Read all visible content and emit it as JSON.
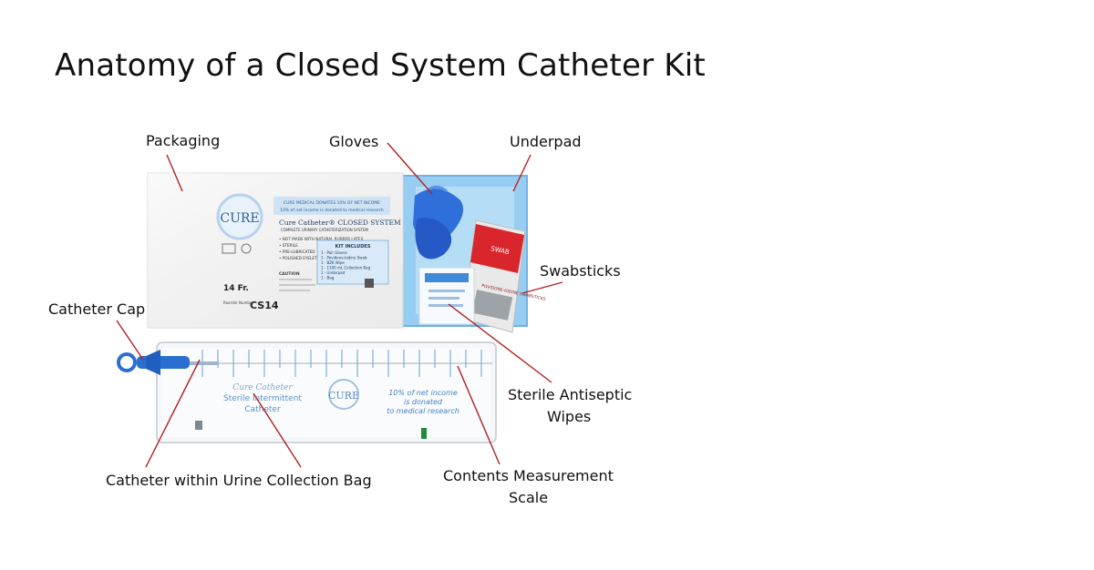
{
  "title": "Anatomy of a Closed System Catheter Kit",
  "labels": {
    "packaging": "Packaging",
    "gloves": "Gloves",
    "underpad": "Underpad",
    "swabsticks": "Swabsticks",
    "catheter_cap": "Catheter Cap",
    "wipes_line1": "Sterile Antiseptic",
    "wipes_line2": "Wipes",
    "catheter_bag": "Catheter within Urine Collection Bag",
    "scale_line1": "Contents Measurement",
    "scale_line2": "Scale"
  },
  "package": {
    "logo": "CURE",
    "top_banner_line1": "CURE MEDICAL DONATES 10% OF NET INCOME",
    "top_banner_line2": "10% of net income is donated to medical research",
    "product_name": "Cure Catheter® CLOSED SYSTEM",
    "product_sub": "COMPLETE URINARY CATHETERIZATION SYSTEM",
    "features": [
      "• NOT MADE WITH NATURAL RUBBER LATEX",
      "• STERILE",
      "• PRE-LUBRICATED",
      "• POLISHED EYELETS"
    ],
    "kit_header": "KIT INCLUDES",
    "kit_items": [
      "1 - Pair Gloves",
      "1 - Povidone-Iodine Swab",
      "1 - BZK Wipe",
      "1 - 1100 mL Collection Bag",
      "1 - Underpad",
      "1 - Bag"
    ],
    "size": "14 Fr.",
    "reorder_label": "Reorder Number",
    "reorder_number": "CS14",
    "caution": "CAUTION"
  },
  "bag": {
    "brand_line1": "Cure Catheter",
    "brand_line2": "Sterile Intermittent",
    "brand_line3": "Catheter",
    "logo": "CURE",
    "donation_line1": "10% of net income",
    "donation_line2": "is donated",
    "donation_line3": "to medical research"
  },
  "swab_text": "POVIDONE-IODINE SWABSTICKS",
  "colors": {
    "accent_red": "#b52024",
    "glove_blue": "#2f6fd6",
    "underpad_blue": "#8fc6ee",
    "cap_blue": "#2a6fd0",
    "swab_red": "#d8262c",
    "print_blue": "#4a86c8"
  }
}
